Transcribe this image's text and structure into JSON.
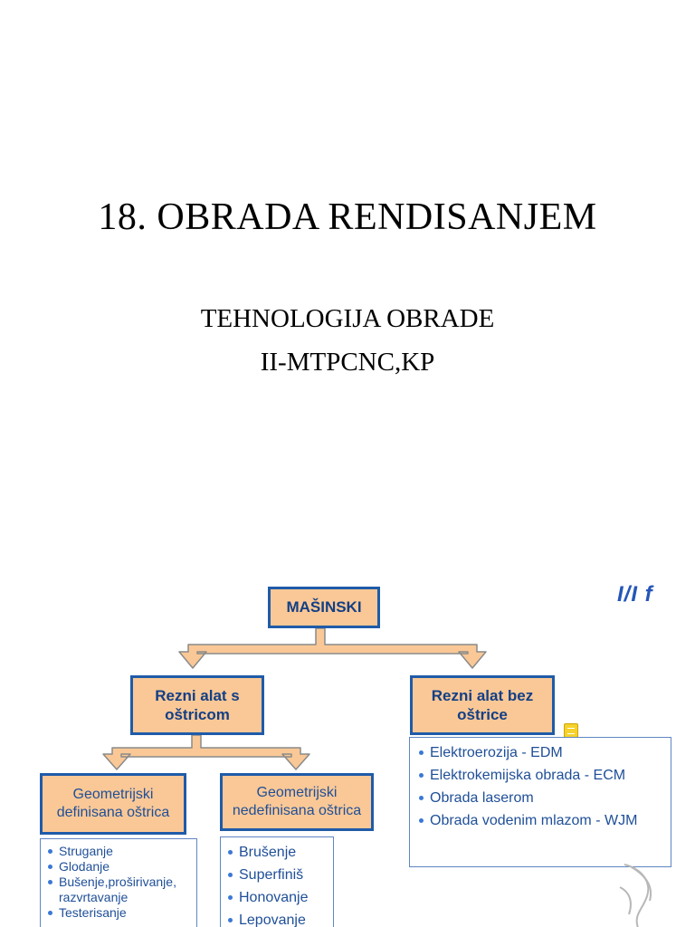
{
  "title": "18. OBRADA RENDISANJEM",
  "subtitle": {
    "line1": "TEHNOLOGIJA OBRADE",
    "line2": "II-MTPCNC,KP"
  },
  "diagram": {
    "root": "MAŠINSKI",
    "branch_left": "Rezni alat s oštricom",
    "branch_right": "Rezni alat bez oštrice",
    "sub_left": "Geometrijski definisana oštrica",
    "sub_middle": "Geometrijski nedefinisana oštrica",
    "list_left": [
      "Struganje",
      "Glodanje",
      "Bušenje,proširivanje, razvrtavanje",
      "Testerisanje"
    ],
    "list_middle": [
      "Brušenje",
      "Superfiniš",
      "Honovanje",
      "Lepovanje"
    ],
    "list_right": [
      "Elektroerozija - EDM",
      "Elektrokemijska obrada - ECM",
      "Obrada laserom",
      "Obrada vodenim  mlazom - WJM"
    ],
    "corner_logo_text": "I/I f",
    "arrow_fill": "#fac896",
    "arrow_stroke": "#8a8a8a",
    "box_border": "#1f5ba8"
  }
}
